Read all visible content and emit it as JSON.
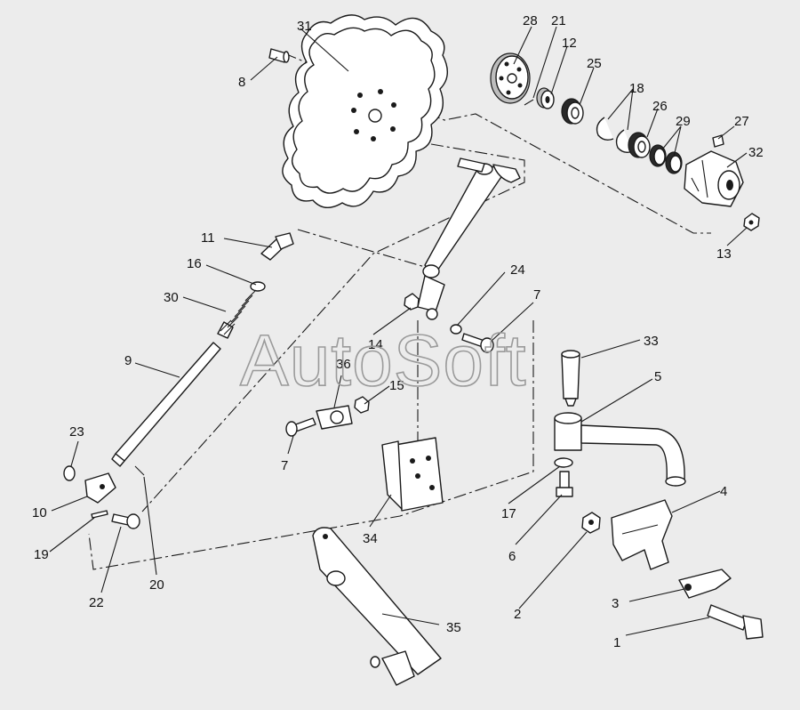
{
  "watermark": "AutoSoft",
  "callouts": [
    "1",
    "2",
    "3",
    "4",
    "5",
    "6",
    "7",
    "7",
    "8",
    "9",
    "10",
    "11",
    "12",
    "13",
    "14",
    "15",
    "16",
    "17",
    "18",
    "19",
    "20",
    "21",
    "22",
    "23",
    "24",
    "25",
    "26",
    "27",
    "28",
    "29",
    "30",
    "31",
    "32",
    "33",
    "34",
    "35",
    "36"
  ],
  "colors": {
    "ink": "#1a1a1a",
    "background": "#ececec",
    "watermark": "#9a9a9a"
  }
}
